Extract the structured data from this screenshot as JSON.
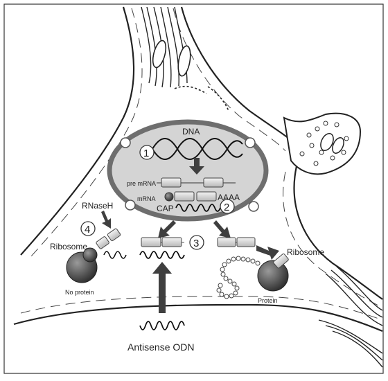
{
  "labels": {
    "dna": "DNA",
    "pre_mrna": "pre mRNA",
    "mrna": "mRNA",
    "polya": "AAAA",
    "cap": "CAP",
    "rnaseh": "RNaseH",
    "ribosome_left": "Ribosome",
    "ribosome_right": "Ribosome",
    "no_protein": "No protein",
    "protein": "Protein",
    "antisense": "Antisense ODN"
  },
  "steps": [
    "1",
    "2",
    "3",
    "4"
  ],
  "colors": {
    "nucleus_fill": "#d4d4d4",
    "nucleus_ring": "#6e6e6e",
    "ribosome": "#3c3c3c",
    "arrow": "#3f3f3f",
    "strand": "#111111"
  }
}
